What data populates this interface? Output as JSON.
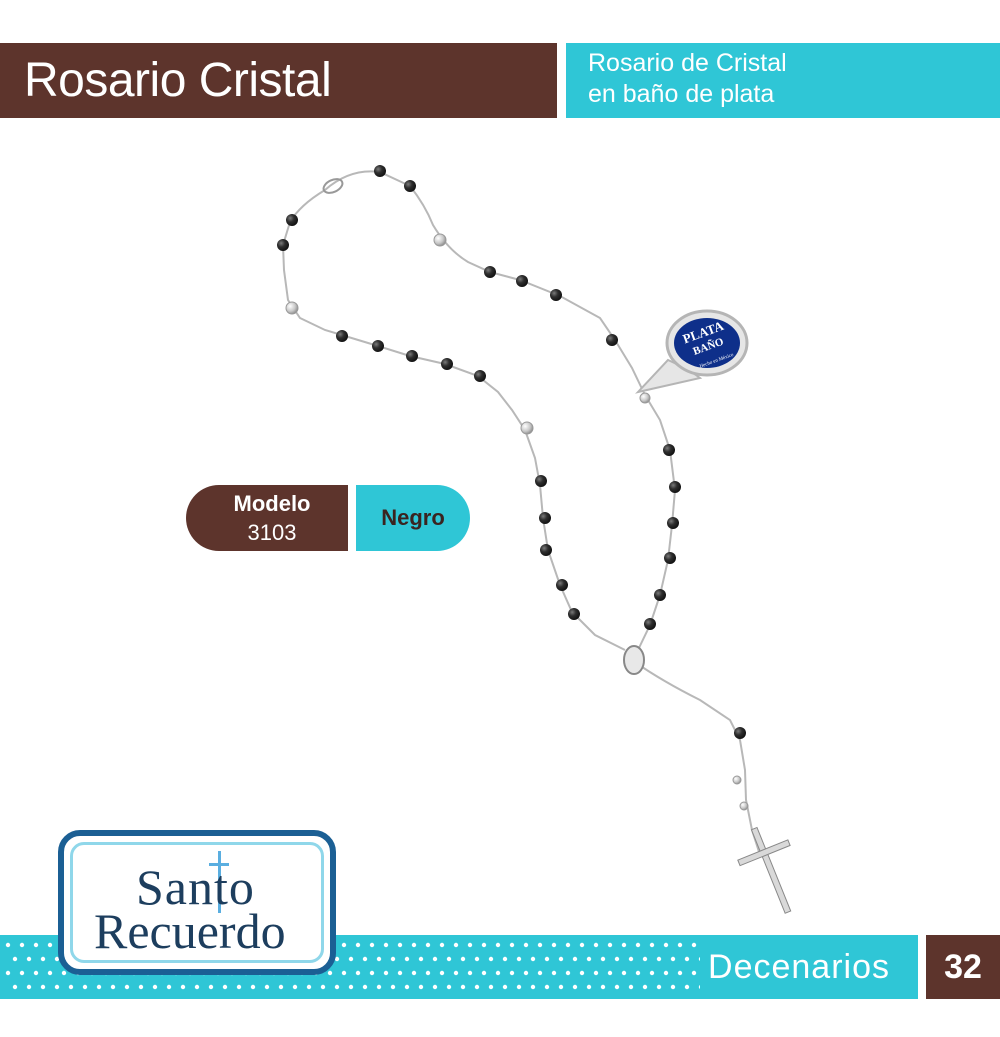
{
  "header": {
    "title": "Rosario Cristal",
    "subtitle_line1": "Rosario de Cristal",
    "subtitle_line2": "en baño de plata"
  },
  "product": {
    "model_label": "Modelo",
    "model_number": "3103",
    "color_label": "Negro"
  },
  "tag": {
    "line1": "PLATA",
    "line2": "BAÑO",
    "line3": "Hecho en México"
  },
  "logo": {
    "word1": "Santo",
    "word2": "Recuerdo"
  },
  "footer": {
    "section": "Decenarios",
    "page": "32"
  },
  "colors": {
    "brown": "#5d342c",
    "cyan": "#2fc6d6",
    "logo_blue": "#1b5f94",
    "bead_black": "#262626",
    "tag_blue": "#0e2f8a"
  }
}
